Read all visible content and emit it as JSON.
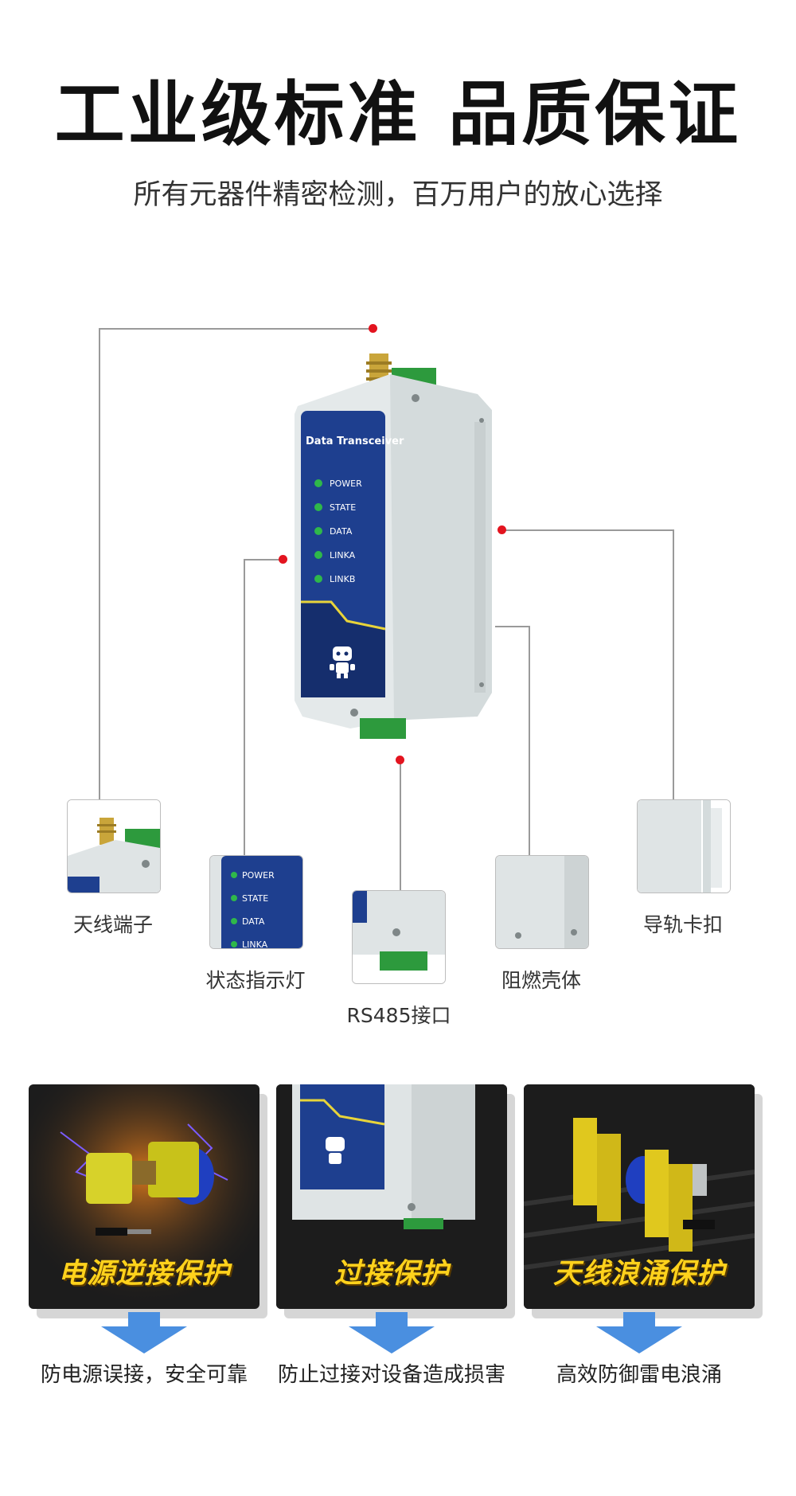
{
  "header": {
    "title": "工业级标准 品质保证",
    "subtitle": "所有元器件精密检测，百万用户的放心选择"
  },
  "device": {
    "brand_label": "Data Transceiver",
    "leds": [
      "POWER",
      "STATE",
      "DATA",
      "LINKA",
      "LINKB"
    ]
  },
  "callouts": [
    {
      "label": "天线端子"
    },
    {
      "label": "状态指示灯",
      "leds": [
        "POWER",
        "STATE",
        "DATA",
        "LINKA"
      ]
    },
    {
      "label": "RS485接口"
    },
    {
      "label": "阻燃壳体"
    },
    {
      "label": "导轨卡扣"
    }
  ],
  "features": [
    {
      "title": "电源逆接保护",
      "caption": "防电源误接，安全可靠"
    },
    {
      "title": "过接保护",
      "caption": "防止过接对设备造成损害"
    },
    {
      "title": "天线浪涌保护",
      "caption": "高效防御雷电浪涌"
    }
  ],
  "colors": {
    "accent_red": "#e3141f",
    "panel_blue": "#1e3f8f",
    "card_title_yellow": "#ffd21c",
    "arrow_blue": "#4a8fe0",
    "led_green": "#2fb84a"
  }
}
